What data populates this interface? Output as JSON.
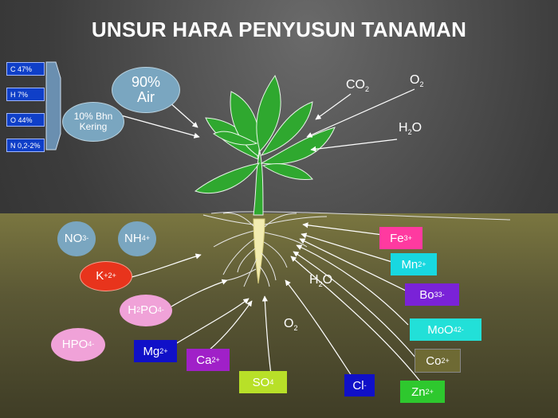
{
  "title": "UNSUR HARA PENYUSUN TANAMAN",
  "composition": [
    {
      "text": "C 47%"
    },
    {
      "text": "H 7%"
    },
    {
      "text": "O 44%"
    },
    {
      "text": "N 0,2-2%"
    }
  ],
  "air": {
    "pct": "90%",
    "label": "Air"
  },
  "dry": {
    "line1": "10% Bhn",
    "line2": "Kering"
  },
  "atmosphere": {
    "co2": {
      "base": "CO",
      "sub": "2"
    },
    "o2": {
      "base": "O",
      "sub": "2"
    },
    "h2o": {
      "pre": "H",
      "sub": "2",
      "post": "O"
    }
  },
  "soil": {
    "h2o": {
      "pre": "H",
      "sub": "2",
      "post": "O"
    },
    "o2": {
      "base": "O",
      "sub": "2"
    }
  },
  "ions": {
    "no3": {
      "base": "NO",
      "sub": "3",
      "sup": "-"
    },
    "nh4": {
      "base": "NH",
      "sub": "4",
      "sup": "+"
    },
    "k": {
      "base": "K",
      "sup": "+",
      "sub": "2+"
    },
    "h2po4": {
      "pre": "H",
      "sub1": "2",
      "mid": "PO",
      "sub2": "4",
      "sup": "-"
    },
    "hpo4": {
      "base": "HPO",
      "sub": "4",
      "sup": "-"
    },
    "mg": {
      "base": "Mg",
      "sup": "2+"
    },
    "ca": {
      "base": "Ca",
      "sup": "2+"
    },
    "so4": {
      "base": "SO",
      "sub": "4"
    },
    "cl": {
      "base": "Cl",
      "sup": "-"
    },
    "zn": {
      "base": "Zn",
      "sup": "2+"
    },
    "co": {
      "base": "Co",
      "sup": "2+"
    },
    "moo4": {
      "base": "MoO",
      "sub": "4",
      "sup": "2-"
    },
    "bo3": {
      "base": "Bo",
      "sub": "3",
      "sup": "3-"
    },
    "mn": {
      "base": "Mn",
      "sup": "2+"
    },
    "fe": {
      "base": "Fe",
      "sup": "3+"
    }
  },
  "colors": {
    "leaf": "#2fa82f",
    "soil": "#5b5835",
    "pct_box": "#0f3fc8",
    "bubble_blue": "#7aa6c0",
    "k_red": "#e8341c",
    "pink": "#f0a2d8",
    "fe": "#ff3aa0",
    "mn": "#18d8e0",
    "bo3": "#7a22d8",
    "moo4": "#22e0d8",
    "co": "#6e6a34",
    "zn": "#2ec82e",
    "cl": "#1010c8",
    "so4": "#b8e028",
    "ca": "#a020c8",
    "mg": "#1010c8"
  }
}
